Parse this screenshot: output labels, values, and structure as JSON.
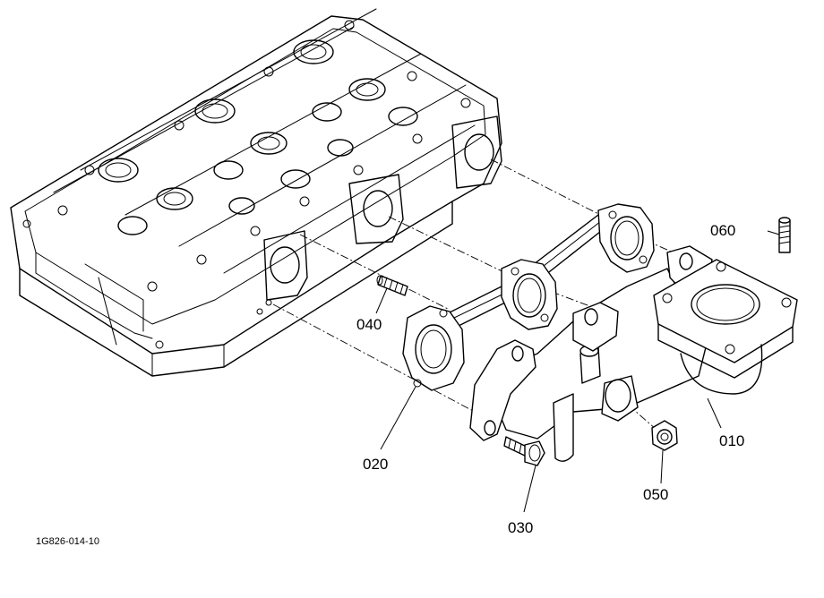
{
  "diagram": {
    "reference_code": "1G826-014-10",
    "callouts": [
      {
        "id": "c010",
        "label": "010"
      },
      {
        "id": "c020",
        "label": "020"
      },
      {
        "id": "c030",
        "label": "030"
      },
      {
        "id": "c040",
        "label": "040"
      },
      {
        "id": "c050",
        "label": "050"
      },
      {
        "id": "c060",
        "label": "060"
      }
    ]
  }
}
